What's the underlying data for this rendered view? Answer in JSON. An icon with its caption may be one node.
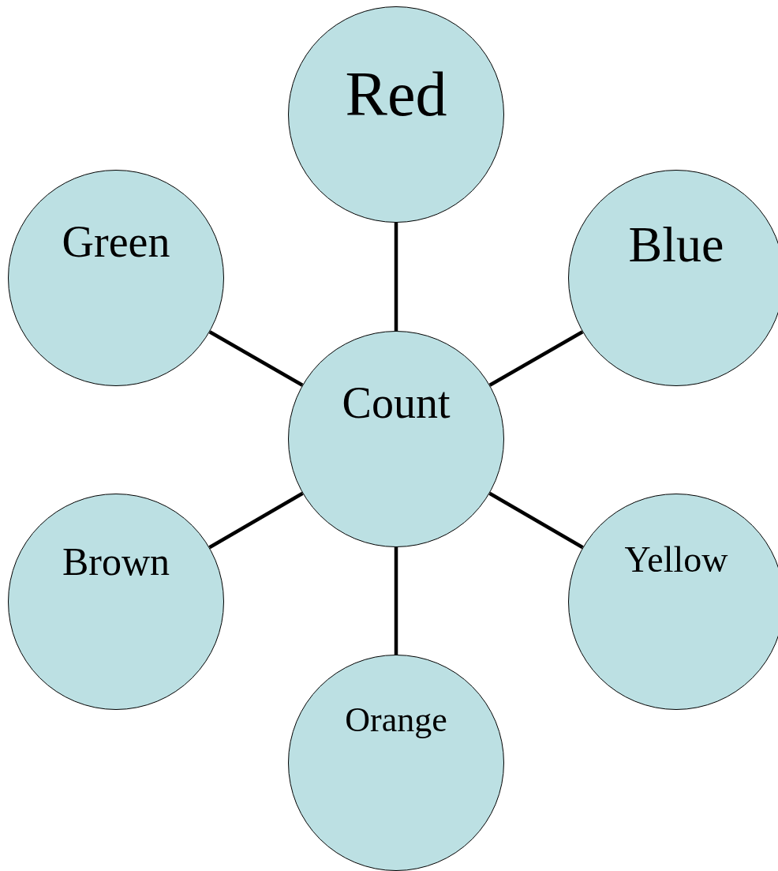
{
  "diagram": {
    "nodes": [
      {
        "text": [
          "Red"
        ]
      },
      {
        "text": [
          "Green"
        ]
      },
      {
        "text": [
          "Blue"
        ]
      },
      {
        "text": [
          "Count"
        ]
      },
      {
        "text": [
          "Brown"
        ]
      },
      {
        "text": [
          "Yellow"
        ]
      },
      {
        "text": [
          "Orange"
        ]
      }
    ],
    "edges": [
      {
        "from": 3,
        "to": 0,
        "arrow": "none"
      },
      {
        "from": 3,
        "to": 1,
        "arrow": "none"
      },
      {
        "from": 3,
        "to": 2,
        "arrow": "none"
      },
      {
        "from": 3,
        "to": 4,
        "arrow": "none"
      },
      {
        "from": 3,
        "to": 5,
        "arrow": "none"
      },
      {
        "from": 3,
        "to": 6,
        "arrow": "none"
      }
    ]
  }
}
